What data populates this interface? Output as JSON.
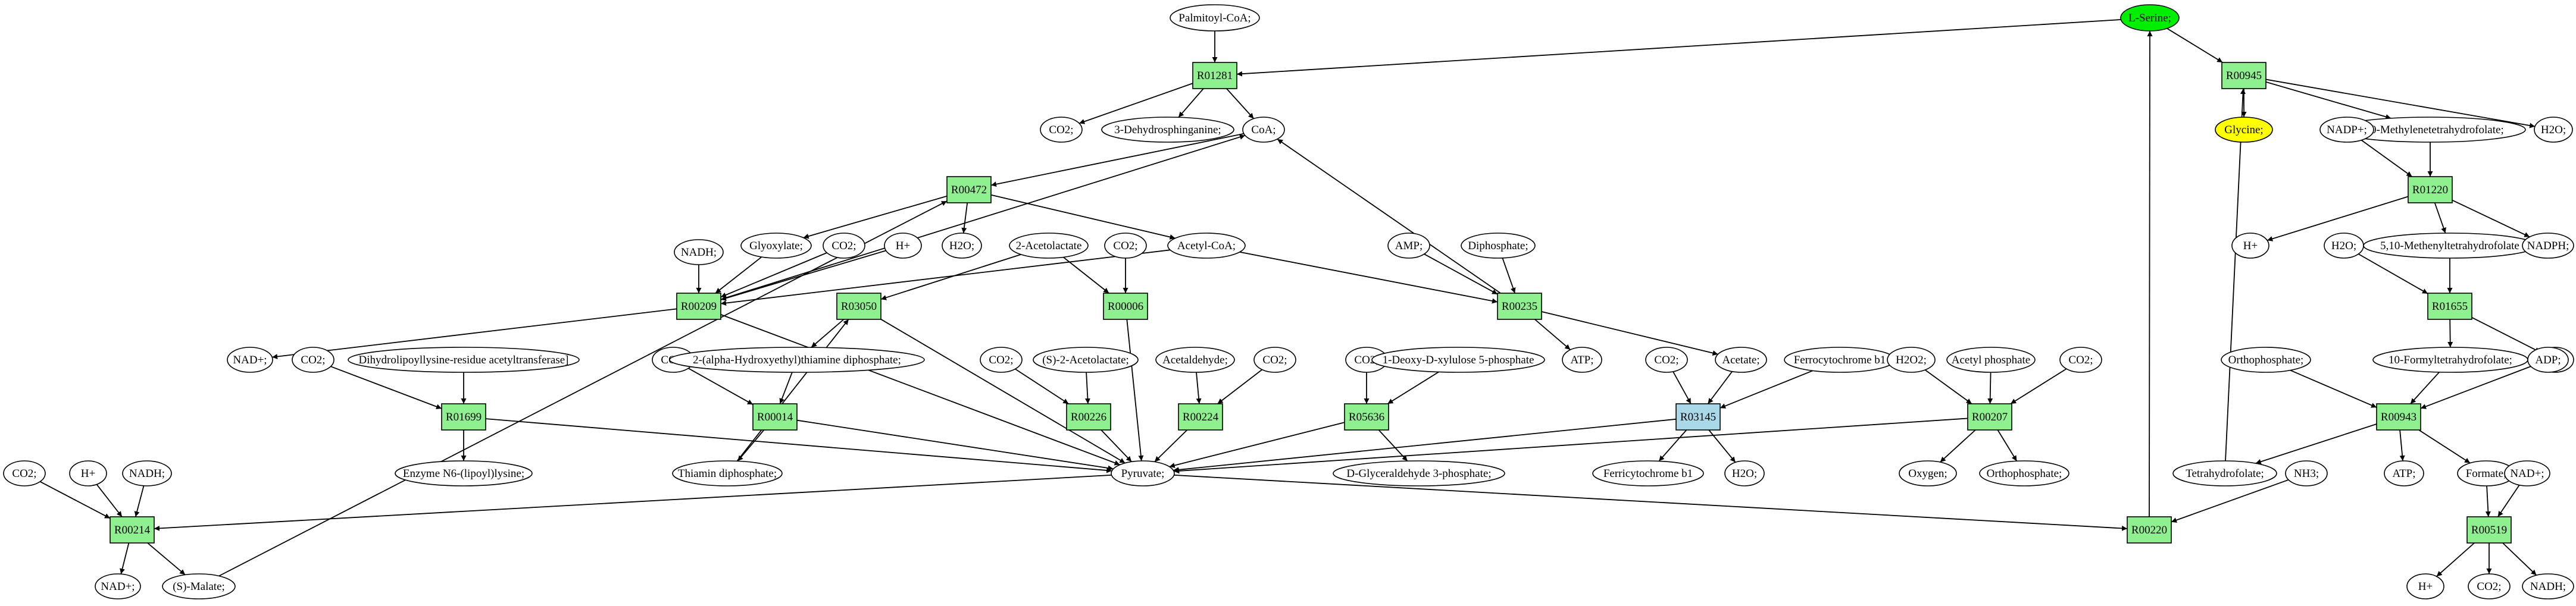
{
  "colors": {
    "reaction": "#8ef08e",
    "reaction_highlight": "#a9d8e8",
    "serine": "#00ee00",
    "glycine": "#ffff00",
    "compound": "#ffffff",
    "stroke": "#000000"
  },
  "nodes": [
    {
      "id": "lserine",
      "label": "L-Serine;",
      "shape": "ellipse",
      "fill": "serine"
    },
    {
      "id": "palmitoylcoa",
      "label": "Palmitoyl-CoA;",
      "shape": "ellipse"
    },
    {
      "id": "r01281",
      "label": "R01281",
      "shape": "rect"
    },
    {
      "id": "co2_a",
      "label": "CO2;",
      "shape": "ellipse"
    },
    {
      "id": "dehydrosph",
      "label": "3-Dehydrosphinganine;",
      "shape": "ellipse"
    },
    {
      "id": "coa",
      "label": "CoA;",
      "shape": "ellipse"
    },
    {
      "id": "r00472",
      "label": "R00472",
      "shape": "rect"
    },
    {
      "id": "glyoxylate",
      "label": "Glyoxylate;",
      "shape": "ellipse"
    },
    {
      "id": "co2_b",
      "label": "CO2;",
      "shape": "ellipse"
    },
    {
      "id": "hplus_a",
      "label": "H+",
      "shape": "ellipse"
    },
    {
      "id": "h2o_a",
      "label": "H2O;",
      "shape": "ellipse"
    },
    {
      "id": "acetolactate",
      "label": "2-Acetolactate",
      "shape": "ellipse"
    },
    {
      "id": "co2_c",
      "label": "CO2;",
      "shape": "ellipse"
    },
    {
      "id": "acetylcoa",
      "label": "Acetyl-CoA;",
      "shape": "ellipse"
    },
    {
      "id": "nadh_a",
      "label": "NADH;",
      "shape": "ellipse"
    },
    {
      "id": "r00209",
      "label": "R00209",
      "shape": "rect"
    },
    {
      "id": "r03050",
      "label": "R03050",
      "shape": "rect"
    },
    {
      "id": "r00006",
      "label": "R00006",
      "shape": "rect"
    },
    {
      "id": "amp",
      "label": "AMP;",
      "shape": "ellipse"
    },
    {
      "id": "diphosphate",
      "label": "Diphosphate;",
      "shape": "ellipse"
    },
    {
      "id": "r00235",
      "label": "R00235",
      "shape": "rect"
    },
    {
      "id": "nadplus_a",
      "label": "NAD+;",
      "shape": "ellipse"
    },
    {
      "id": "co2_d",
      "label": "CO2;",
      "shape": "ellipse"
    },
    {
      "id": "dihydrolipo",
      "label": "Dihydrolipoyllysine-residue acetyltransferase]",
      "shape": "ellipse"
    },
    {
      "id": "r01699",
      "label": "R01699",
      "shape": "rect"
    },
    {
      "id": "co2_e",
      "label": "CO2;",
      "shape": "ellipse"
    },
    {
      "id": "hydroxyethyl",
      "label": "2-(alpha-Hydroxyethyl)thiamine diphosphate;",
      "shape": "ellipse"
    },
    {
      "id": "r00014",
      "label": "R00014",
      "shape": "rect"
    },
    {
      "id": "co2_f",
      "label": "CO2;",
      "shape": "ellipse"
    },
    {
      "id": "s2acetolactate",
      "label": "(S)-2-Acetolactate;",
      "shape": "ellipse"
    },
    {
      "id": "r00226",
      "label": "R00226",
      "shape": "rect"
    },
    {
      "id": "acetaldehyde",
      "label": "Acetaldehyde;",
      "shape": "ellipse"
    },
    {
      "id": "co2_g",
      "label": "CO2;",
      "shape": "ellipse"
    },
    {
      "id": "r00224",
      "label": "R00224",
      "shape": "rect"
    },
    {
      "id": "co2_h",
      "label": "CO2;",
      "shape": "ellipse"
    },
    {
      "id": "deoxyxylulose",
      "label": "1-Deoxy-D-xylulose 5-phosphate",
      "shape": "ellipse"
    },
    {
      "id": "r05636",
      "label": "R05636",
      "shape": "rect"
    },
    {
      "id": "atp_a",
      "label": "ATP;",
      "shape": "ellipse"
    },
    {
      "id": "co2_i",
      "label": "CO2;",
      "shape": "ellipse"
    },
    {
      "id": "acetate",
      "label": "Acetate;",
      "shape": "ellipse"
    },
    {
      "id": "ferrocyt",
      "label": "Ferrocytochrome b1",
      "shape": "ellipse"
    },
    {
      "id": "r03145",
      "label": "R03145",
      "shape": "rect",
      "fill": "reaction_highlight"
    },
    {
      "id": "h2o2",
      "label": "H2O2;",
      "shape": "ellipse"
    },
    {
      "id": "acetylphosphate",
      "label": "Acetyl phosphate",
      "shape": "ellipse"
    },
    {
      "id": "co2_j",
      "label": "CO2;",
      "shape": "ellipse"
    },
    {
      "id": "r00207",
      "label": "R00207",
      "shape": "rect"
    },
    {
      "id": "enzymen6",
      "label": "Enzyme N6-(lipoyl)lysine;",
      "shape": "ellipse"
    },
    {
      "id": "thiamindp",
      "label": "Thiamin diphosphate;",
      "shape": "ellipse"
    },
    {
      "id": "pyruvate",
      "label": "Pyruvate;",
      "shape": "ellipse"
    },
    {
      "id": "glyceraldehyde",
      "label": "D-Glyceraldehyde 3-phosphate;",
      "shape": "ellipse"
    },
    {
      "id": "ferricyt",
      "label": "Ferricytochrome b1",
      "shape": "ellipse"
    },
    {
      "id": "h2o_b",
      "label": "H2O;",
      "shape": "ellipse"
    },
    {
      "id": "oxygen",
      "label": "Oxygen;",
      "shape": "ellipse"
    },
    {
      "id": "orthophosphate_a",
      "label": "Orthophosphate;",
      "shape": "ellipse"
    },
    {
      "id": "co2_k",
      "label": "CO2;",
      "shape": "ellipse"
    },
    {
      "id": "hplus_b",
      "label": "H+",
      "shape": "ellipse"
    },
    {
      "id": "nadh_b",
      "label": "NADH;",
      "shape": "ellipse"
    },
    {
      "id": "r00214",
      "label": "R00214",
      "shape": "rect"
    },
    {
      "id": "nadplus_b",
      "label": "NAD+;",
      "shape": "ellipse"
    },
    {
      "id": "smalate",
      "label": "(S)-Malate;",
      "shape": "ellipse"
    },
    {
      "id": "r00220",
      "label": "R00220",
      "shape": "rect"
    },
    {
      "id": "r00945",
      "label": "R00945",
      "shape": "rect"
    },
    {
      "id": "glycine",
      "label": "Glycine;",
      "shape": "ellipse",
      "fill": "glycine"
    },
    {
      "id": "methylenethf",
      "label": "5,10-Methylenetetrahydrofolate;",
      "shape": "ellipse"
    },
    {
      "id": "h2o_c",
      "label": "H2O;",
      "shape": "ellipse"
    },
    {
      "id": "nadpplus",
      "label": "NADP+;",
      "shape": "ellipse"
    },
    {
      "id": "r01220",
      "label": "R01220",
      "shape": "rect"
    },
    {
      "id": "hplus_c",
      "label": "H+",
      "shape": "ellipse"
    },
    {
      "id": "h2o_d",
      "label": "H2O;",
      "shape": "ellipse"
    },
    {
      "id": "methenylthf",
      "label": "5,10-Methenyltetrahydrofolate",
      "shape": "ellipse"
    },
    {
      "id": "nadph",
      "label": "NADPH;",
      "shape": "ellipse"
    },
    {
      "id": "r01655",
      "label": "R01655",
      "shape": "rect"
    },
    {
      "id": "hplus_d",
      "label": "H+",
      "shape": "ellipse"
    },
    {
      "id": "orthophosphate_b",
      "label": "Orthophosphate;",
      "shape": "ellipse"
    },
    {
      "id": "formylthf",
      "label": "10-Formyltetrahydrofolate;",
      "shape": "ellipse"
    },
    {
      "id": "adp",
      "label": "ADP;",
      "shape": "ellipse"
    },
    {
      "id": "r00943",
      "label": "R00943",
      "shape": "rect"
    },
    {
      "id": "thf",
      "label": "Tetrahydrofolate;",
      "shape": "ellipse"
    },
    {
      "id": "nh3",
      "label": "NH3;",
      "shape": "ellipse"
    },
    {
      "id": "atp_b",
      "label": "ATP;",
      "shape": "ellipse"
    },
    {
      "id": "formate",
      "label": "Formate;",
      "shape": "ellipse"
    },
    {
      "id": "nadplus_c",
      "label": "NAD+;",
      "shape": "ellipse"
    },
    {
      "id": "r00519",
      "label": "R00519",
      "shape": "rect"
    },
    {
      "id": "hplus_e",
      "label": "H+",
      "shape": "ellipse"
    },
    {
      "id": "co2_l",
      "label": "CO2;",
      "shape": "ellipse"
    },
    {
      "id": "nadh_c",
      "label": "NADH;",
      "shape": "ellipse"
    }
  ],
  "edges": [
    [
      "palmitoylcoa",
      "r01281"
    ],
    [
      "lserine",
      "r01281"
    ],
    [
      "r01281",
      "co2_a"
    ],
    [
      "r01281",
      "dehydrosph"
    ],
    [
      "r01281",
      "coa"
    ],
    [
      "coa",
      "r00472"
    ],
    [
      "smalate",
      "r00472"
    ],
    [
      "r00472",
      "glyoxylate"
    ],
    [
      "r00472",
      "h2o_a"
    ],
    [
      "r00472",
      "acetylcoa"
    ],
    [
      "nadh_a",
      "r00209"
    ],
    [
      "glyoxylate",
      "r00209"
    ],
    [
      "co2_b",
      "r00209"
    ],
    [
      "hplus_a",
      "r00209"
    ],
    [
      "acetylcoa",
      "r00209"
    ],
    [
      "r00209",
      "coa"
    ],
    [
      "r00209",
      "nadplus_a"
    ],
    [
      "r00209",
      "pyruvate"
    ],
    [
      "acetolactate",
      "r03050"
    ],
    [
      "thiamindp",
      "r03050"
    ],
    [
      "r03050",
      "hydroxyethyl"
    ],
    [
      "r03050",
      "pyruvate"
    ],
    [
      "acetolactate",
      "r00006"
    ],
    [
      "co2_c",
      "r00006"
    ],
    [
      "r00006",
      "pyruvate"
    ],
    [
      "amp",
      "r00235"
    ],
    [
      "diphosphate",
      "r00235"
    ],
    [
      "acetylcoa",
      "r00235"
    ],
    [
      "r00235",
      "coa"
    ],
    [
      "r00235",
      "atp_a"
    ],
    [
      "r00235",
      "acetate"
    ],
    [
      "co2_d",
      "r01699"
    ],
    [
      "dihydrolipo",
      "r01699"
    ],
    [
      "r01699",
      "enzymen6"
    ],
    [
      "r01699",
      "pyruvate"
    ],
    [
      "co2_e",
      "r00014"
    ],
    [
      "hydroxyethyl",
      "r00014"
    ],
    [
      "r00014",
      "thiamindp"
    ],
    [
      "r00014",
      "pyruvate"
    ],
    [
      "co2_f",
      "r00226"
    ],
    [
      "s2acetolactate",
      "r00226"
    ],
    [
      "r00226",
      "pyruvate"
    ],
    [
      "acetaldehyde",
      "r00224"
    ],
    [
      "co2_g",
      "r00224"
    ],
    [
      "r00224",
      "pyruvate"
    ],
    [
      "co2_h",
      "r05636"
    ],
    [
      "deoxyxylulose",
      "r05636"
    ],
    [
      "r05636",
      "glyceraldehyde"
    ],
    [
      "r05636",
      "pyruvate"
    ],
    [
      "co2_i",
      "r03145"
    ],
    [
      "acetate",
      "r03145"
    ],
    [
      "ferrocyt",
      "r03145"
    ],
    [
      "r03145",
      "ferricyt"
    ],
    [
      "r03145",
      "h2o_b"
    ],
    [
      "r03145",
      "pyruvate"
    ],
    [
      "h2o2",
      "r00207"
    ],
    [
      "acetylphosphate",
      "r00207"
    ],
    [
      "co2_j",
      "r00207"
    ],
    [
      "r00207",
      "oxygen"
    ],
    [
      "r00207",
      "orthophosphate_a"
    ],
    [
      "r00207",
      "pyruvate"
    ],
    [
      "pyruvate",
      "r00214"
    ],
    [
      "co2_k",
      "r00214"
    ],
    [
      "hplus_b",
      "r00214"
    ],
    [
      "nadh_b",
      "r00214"
    ],
    [
      "r00214",
      "nadplus_b"
    ],
    [
      "r00214",
      "smalate"
    ],
    [
      "pyruvate",
      "r00220"
    ],
    [
      "nh3",
      "r00220"
    ],
    [
      "r00220",
      "lserine"
    ],
    [
      "lserine",
      "r00945"
    ],
    [
      "thf",
      "r00945"
    ],
    [
      "r00945",
      "glycine"
    ],
    [
      "r00945",
      "methylenethf"
    ],
    [
      "r00945",
      "h2o_c"
    ],
    [
      "methylenethf",
      "r01220"
    ],
    [
      "nadpplus",
      "r01220"
    ],
    [
      "r01220",
      "hplus_c"
    ],
    [
      "r01220",
      "methenylthf"
    ],
    [
      "r01220",
      "nadph"
    ],
    [
      "h2o_d",
      "r01655"
    ],
    [
      "methenylthf",
      "r01655"
    ],
    [
      "r01655",
      "formylthf"
    ],
    [
      "r01655",
      "hplus_d"
    ],
    [
      "orthophosphate_b",
      "r00943"
    ],
    [
      "formylthf",
      "r00943"
    ],
    [
      "adp",
      "r00943"
    ],
    [
      "r00943",
      "thf"
    ],
    [
      "r00943",
      "atp_b"
    ],
    [
      "r00943",
      "formate"
    ],
    [
      "formate",
      "r00519"
    ],
    [
      "nadplus_c",
      "r00519"
    ],
    [
      "r00519",
      "hplus_e"
    ],
    [
      "r00519",
      "co2_l"
    ],
    [
      "r00519",
      "nadh_c"
    ]
  ]
}
